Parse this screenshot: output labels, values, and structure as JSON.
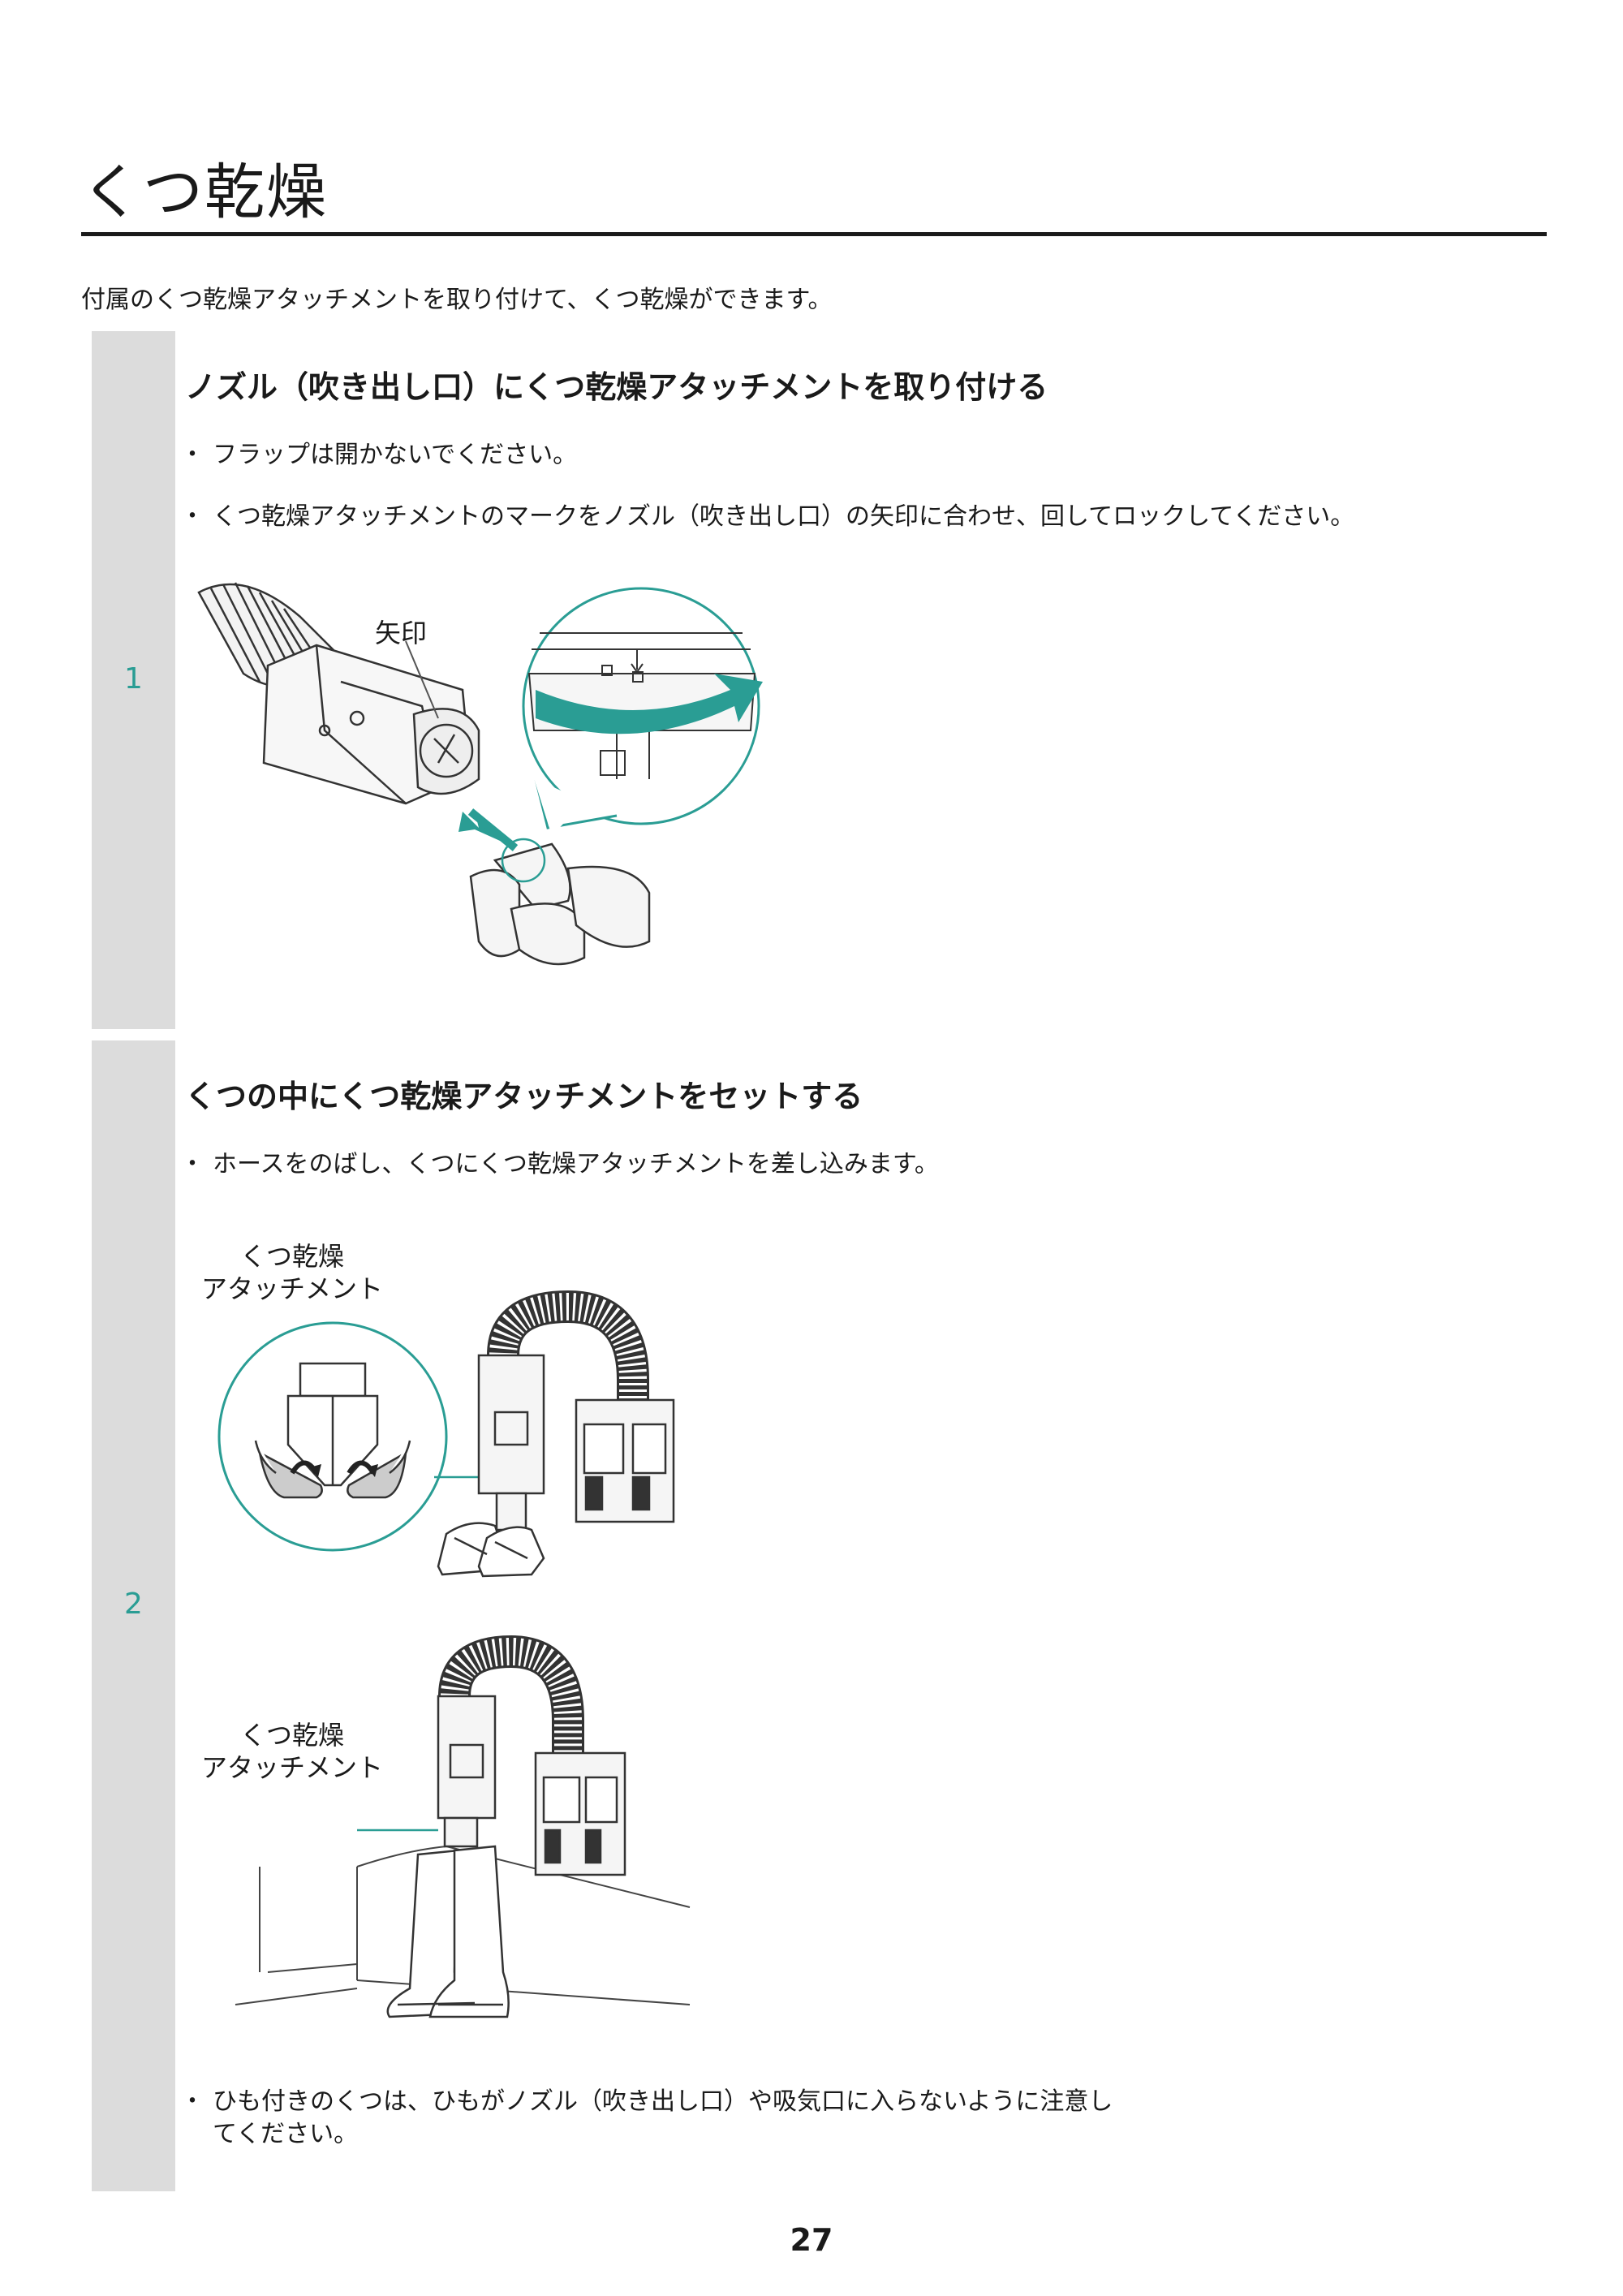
{
  "page": {
    "title": "くつ乾燥",
    "intro": "付属のくつ乾燥アタッチメントを取り付けて、くつ乾燥ができます。",
    "page_number": "27"
  },
  "colors": {
    "accent": "#2a9d94",
    "step_bar": "#dcdcdc"
  },
  "steps": [
    {
      "number": "1",
      "heading": "ノズル（吹き出し口）にくつ乾燥アタッチメントを取り付ける",
      "bullets": [
        "フラップは開かないでください。",
        "くつ乾燥アタッチメントのマークをノズル（吹き出し口）の矢印に合わせ、回してロックしてください。"
      ],
      "figure_label": "矢印"
    },
    {
      "number": "2",
      "heading": "くつの中にくつ乾燥アタッチメントをセットする",
      "bullets": [
        "ホースをのばし、くつにくつ乾燥アタッチメントを差し込みます。"
      ],
      "figure_label_a_line1": "くつ乾燥",
      "figure_label_a_line2": "アタッチメント",
      "figure_label_b_line1": "くつ乾燥",
      "figure_label_b_line2": "アタッチメント",
      "note_line1": "ひも付きのくつは、ひもがノズル（吹き出し口）や吸気口に入らないように注意し",
      "note_line2": "てください。"
    }
  ],
  "bullet_symbol": "・"
}
